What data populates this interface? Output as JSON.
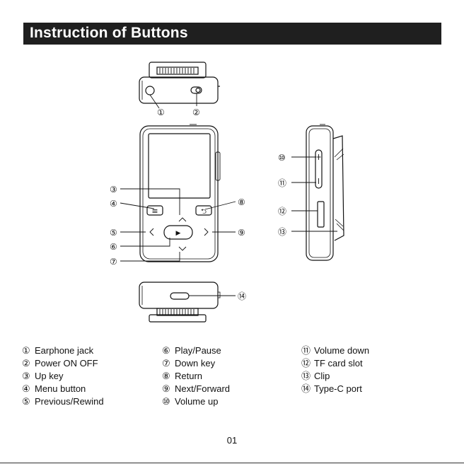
{
  "header": {
    "title": "Instruction of Buttons"
  },
  "callouts": {
    "c1": "①",
    "c2": "②",
    "c3": "③",
    "c4": "④",
    "c5": "⑤",
    "c6": "⑥",
    "c7": "⑦",
    "c8": "⑧",
    "c9": "⑨",
    "c10": "⑩",
    "c11": "⑪",
    "c12": "⑫",
    "c13": "⑬",
    "c14": "⑭"
  },
  "device_glyphs": {
    "menu": "≡",
    "play": "▶",
    "prev": "<",
    "next": ">",
    "up": "^",
    "down": "v",
    "return": "⮌",
    "vol_up": "+",
    "vol_down": "-"
  },
  "legend": {
    "col1": [
      {
        "num": "①",
        "label": "Earphone jack"
      },
      {
        "num": "②",
        "label": "Power ON OFF"
      },
      {
        "num": "③",
        "label": "Up key"
      },
      {
        "num": "④",
        "label": "Menu button"
      },
      {
        "num": "⑤",
        "label": "Previous/Rewind"
      }
    ],
    "col2": [
      {
        "num": "⑥",
        "label": "Play/Pause"
      },
      {
        "num": "⑦",
        "label": "Down key"
      },
      {
        "num": "⑧",
        "label": "Return"
      },
      {
        "num": "⑨",
        "label": "Next/Forward"
      },
      {
        "num": "⑩",
        "label": "Volume up"
      }
    ],
    "col3": [
      {
        "num": "⑪",
        "label": "Volume down"
      },
      {
        "num": "⑫",
        "label": "TF card slot"
      },
      {
        "num": "⑬",
        "label": "Clip"
      },
      {
        "num": "⑭",
        "label": "Type-C port"
      }
    ]
  },
  "page_number": "01"
}
